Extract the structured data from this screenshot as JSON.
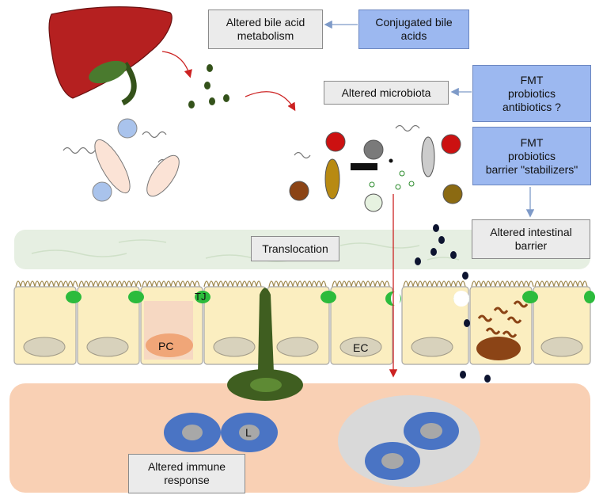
{
  "boxes": {
    "altered_bile_acid": "Altered bile acid metabolism",
    "conjugated_bile_acids": "Conjugated bile acids",
    "altered_microbiota": "Altered microbiota",
    "fmt_probiotics_antibiotics": [
      "FMT",
      "probiotics",
      "antibiotics ?"
    ],
    "fmt_probiotics_barrier": [
      "FMT",
      "probiotics",
      "barrier \"stabilizers\""
    ],
    "altered_intestinal_barrier": "Altered intestinal barrier",
    "translocation": "Translocation",
    "altered_immune_response": "Altered immune response"
  },
  "cell_labels": {
    "tight_junction": "TJ",
    "paneth_cell": "PC",
    "enterocyte": "EC",
    "lymphocyte": "L"
  },
  "colors": {
    "liver": "#b52020",
    "gallbladder": "#4a7a2e",
    "mucus": "#e6efe2",
    "epithelium": "#fbeec0",
    "tight_junction": "#2cbb3c",
    "lamina_propria": "#f9d0b4",
    "lymphocyte": "#4a74c4",
    "arrow_red": "#cc2222",
    "box_blue": "#9cb8f0"
  }
}
